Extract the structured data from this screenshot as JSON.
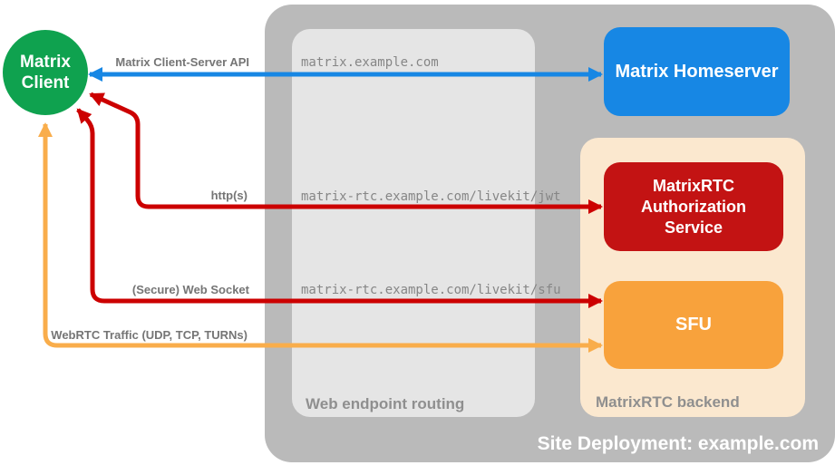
{
  "title": "Matrix RTC site deployment diagram",
  "colors": {
    "site_container": "#BABABA",
    "routing_box": "#E5E5E5",
    "backend_box": "#FBE8CF",
    "client_green": "#0FA24F",
    "homeserver_blue": "#1787E4",
    "auth_red": "#C31313",
    "sfu_orange": "#F8A23C",
    "arrow_blue": "#1787E4",
    "arrow_red": "#CC0000",
    "arrow_orange": "#F9AD4B",
    "protocol_label_gray": "#757575",
    "url_gray": "#868686",
    "zone_label_gray": "#8F8F8F"
  },
  "nodes": {
    "client": {
      "line1": "Matrix",
      "line2": "Client"
    },
    "homeserver": {
      "label": "Matrix Homeserver"
    },
    "auth": {
      "line1": "MatrixRTC",
      "line2": "Authorization",
      "line3": "Service"
    },
    "sfu": {
      "label": "SFU"
    }
  },
  "containers": {
    "site": {
      "label": "Site Deployment: example.com"
    },
    "routing": {
      "label": "Web endpoint routing"
    },
    "backend": {
      "label": "MatrixRTC backend"
    }
  },
  "arrows": [
    {
      "protocol": "Matrix Client-Server API",
      "endpoint": "matrix.example.com"
    },
    {
      "protocol": "http(s)",
      "endpoint": "matrix-rtc.example.com/livekit/jwt"
    },
    {
      "protocol": "(Secure) Web Socket",
      "endpoint": "matrix-rtc.example.com/livekit/sfu"
    },
    {
      "protocol": "WebRTC Traffic (UDP, TCP, TURNs)"
    }
  ]
}
